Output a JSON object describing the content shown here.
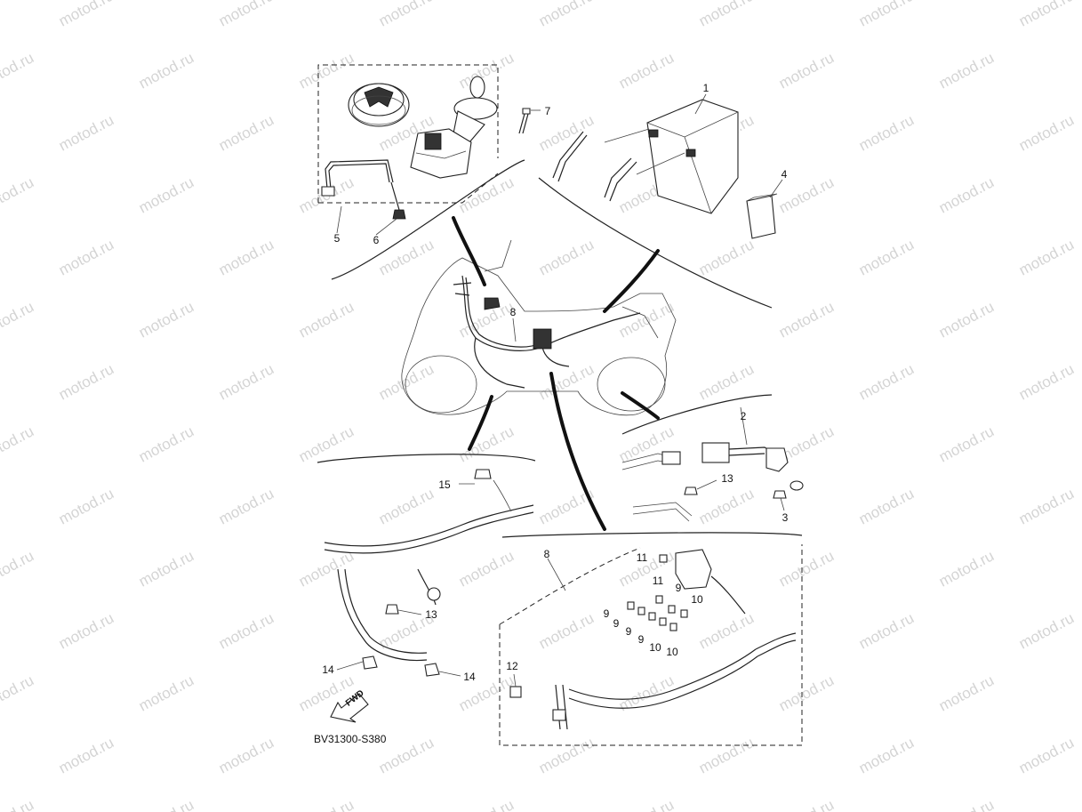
{
  "watermark": {
    "text": "motod.ru"
  },
  "document": {
    "code": "BV31300-S380"
  },
  "fwd_arrow": {
    "label": "FWD"
  },
  "callouts": [
    {
      "id": "c1",
      "text": "1"
    },
    {
      "id": "c2",
      "text": "2"
    },
    {
      "id": "c3",
      "text": "3"
    },
    {
      "id": "c4",
      "text": "4"
    },
    {
      "id": "c5",
      "text": "5"
    },
    {
      "id": "c6",
      "text": "6"
    },
    {
      "id": "c7",
      "text": "7"
    },
    {
      "id": "c8a",
      "text": "8"
    },
    {
      "id": "c8b",
      "text": "8"
    },
    {
      "id": "c9a",
      "text": "9"
    },
    {
      "id": "c9b",
      "text": "9"
    },
    {
      "id": "c9c",
      "text": "9"
    },
    {
      "id": "c9d",
      "text": "9"
    },
    {
      "id": "c9e",
      "text": "9"
    },
    {
      "id": "c10a",
      "text": "10"
    },
    {
      "id": "c10b",
      "text": "10"
    },
    {
      "id": "c10c",
      "text": "10"
    },
    {
      "id": "c11a",
      "text": "11"
    },
    {
      "id": "c11b",
      "text": "11"
    },
    {
      "id": "c12",
      "text": "12"
    },
    {
      "id": "c13a",
      "text": "13"
    },
    {
      "id": "c13b",
      "text": "13"
    },
    {
      "id": "c14a",
      "text": "14"
    },
    {
      "id": "c14b",
      "text": "14"
    },
    {
      "id": "c15",
      "text": "15"
    }
  ]
}
